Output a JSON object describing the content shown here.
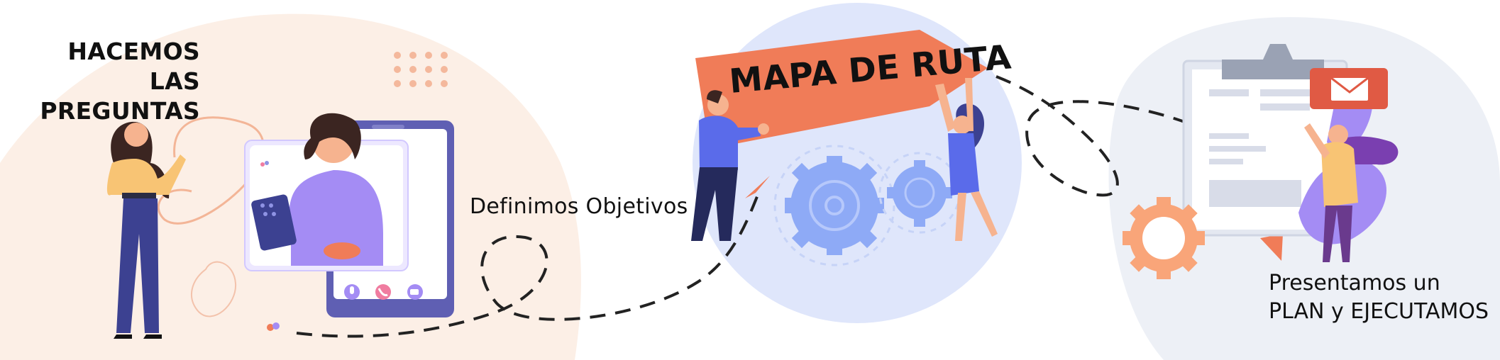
{
  "steps": {
    "step1": {
      "line1": "HACEMOS",
      "line2": "LAS PREGUNTAS"
    },
    "step2": {
      "label": "Definimos Objetivos"
    },
    "step3": {
      "line1": "Presentamos un",
      "line2": "PLAN y EJECUTAMOS"
    }
  },
  "banner": {
    "text": "MAPA DE RUTA"
  },
  "colors": {
    "blob_peach": "#fcefe6",
    "blob_blue": "#dfe6fb",
    "blob_grey": "#edf0f6",
    "accent_orange": "#f07c58",
    "purple": "#9f8cf0",
    "navy": "#3c4191",
    "gear_blue": "#8eaaf6",
    "dash": "#222222"
  },
  "icons": [
    "microphone-icon",
    "phone-icon",
    "video-icon",
    "mail-icon",
    "gear-icon",
    "paper-plane-icon",
    "clipboard-icon"
  ]
}
